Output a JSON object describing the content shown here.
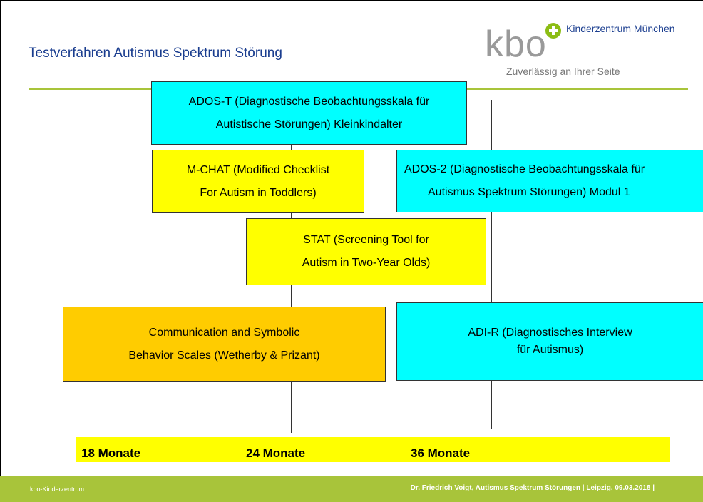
{
  "slide": {
    "title": "Testverfahren Autismus Spektrum Störung"
  },
  "logo": {
    "wordmark": "kbo",
    "name": "Kinderzentrum München",
    "tagline": "Zuverlässig an Ihrer Seite",
    "accent_color": "#8cbd14"
  },
  "boxes": {
    "ados_t": {
      "line1": "ADOS-T (Diagnostische Beobachtungsskala für",
      "line2": "Autistische Störungen) Kleinkindalter"
    },
    "mchat": {
      "line1": "M-CHAT (Modified Checklist",
      "line2": "For Autism in Toddlers)"
    },
    "ados_2": {
      "line1": "ADOS-2 (Diagnostische Beobachtungsskala für",
      "line2": "Autismus Spektrum Störungen) Modul 1"
    },
    "stat": {
      "line1": "STAT (Screening Tool for",
      "line2": "Autism in Two-Year Olds)"
    },
    "csbs": {
      "line1": "Communication and Symbolic",
      "line2": "Behavior Scales (Wetherby & Prizant)"
    },
    "adi_r": {
      "line1": "ADI-R (Diagnostisches Interview",
      "line2": "für Autismus)"
    }
  },
  "timeline": {
    "ticks": [
      "18 Monate",
      "24 Monate",
      "36 Monate"
    ]
  },
  "footer": {
    "left": "kbo-Kinderzentrum",
    "right": "Dr. Friedrich Voigt, Autismus Spektrum Störungen | Leipzig, 09.03.2018 |"
  },
  "colors": {
    "cyan": "#00ffff",
    "yellow": "#ffff00",
    "orange": "#ffcc00",
    "green": "#a8c43a",
    "title_blue": "#1a3d8f"
  }
}
